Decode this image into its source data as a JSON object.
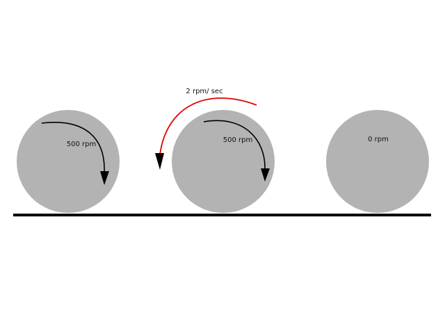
{
  "colors": {
    "wheel": "#b3b3b3",
    "ground": "#000000",
    "spin_arrow": "#000000",
    "decel_arrow": "#dd0000"
  },
  "wheels": [
    {
      "speed_label": "500 rpm",
      "spin_direction": "clockwise"
    },
    {
      "speed_label": "500 rpm",
      "spin_direction": "clockwise"
    },
    {
      "speed_label": "0 rpm"
    }
  ],
  "deceleration": {
    "label": "2 rpm/ sec",
    "direction": "counterclockwise"
  }
}
